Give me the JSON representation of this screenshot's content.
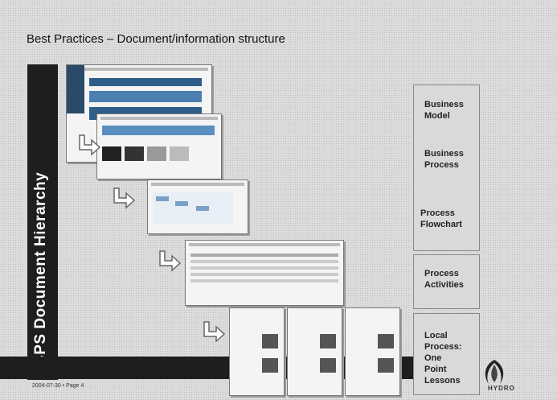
{
  "slide": {
    "title": "Best Practices – Document/information structure",
    "vertical_title": "BPS  Document Hierarchy",
    "footer": "2004-07-30 • Page 4",
    "logo_text": "HYDRO",
    "levels": [
      {
        "label_line1": "Business",
        "label_line2": "Model"
      },
      {
        "label_line1": "Business",
        "label_line2": "Process"
      },
      {
        "label_line1": "Process",
        "label_line2": "Flowchart"
      },
      {
        "label_line1": "Process",
        "label_line2": "Activities"
      },
      {
        "label_line1": "Local",
        "label_line2": "Process:",
        "label_line3": "One",
        "label_line4": "Point",
        "label_line5": "Lessons"
      }
    ]
  },
  "colors": {
    "dark_bar": "#1e1e1e",
    "box_fill": "#d9d9d9"
  },
  "icons": [
    "arrow-icon",
    "hydro-logo-icon"
  ]
}
